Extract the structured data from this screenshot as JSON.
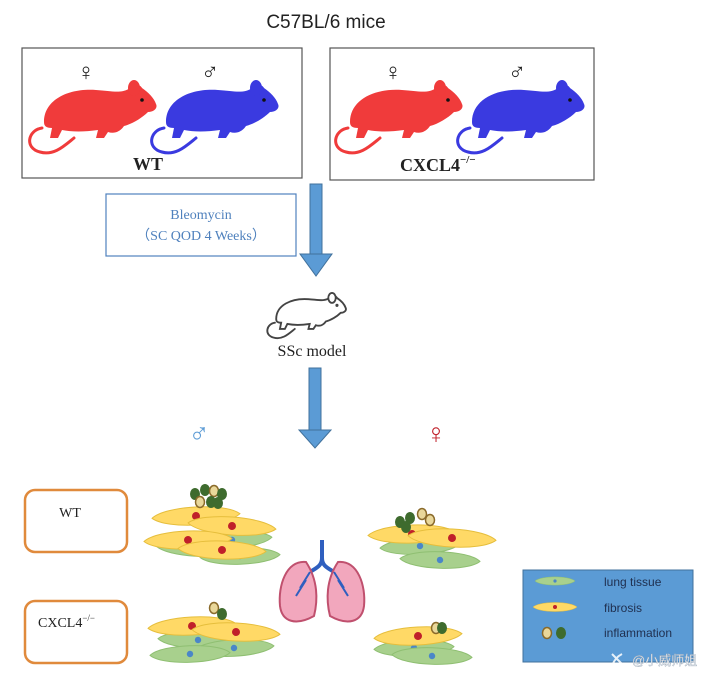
{
  "title": "C57BL/6 mice",
  "groups": {
    "wt_label": "WT",
    "ko_label": "CXCL4",
    "ko_superscript": "−/−"
  },
  "treatment": {
    "line1": "Bleomycin",
    "line2": "（SC QOD 4 Weeks）"
  },
  "model_label": "SSc model",
  "sex_symbols": {
    "female": "♀",
    "male": "♂"
  },
  "result_rows": {
    "wt_label": "WT",
    "ko_label": "CXCL4",
    "ko_superscript": "−/−"
  },
  "legend": {
    "items": [
      {
        "icon": "lung-tissue-cell-icon",
        "label": "lung tissue"
      },
      {
        "icon": "fibrosis-cell-icon",
        "label": "fibrosis"
      },
      {
        "icon": "inflammation-cells-icon",
        "label": "inflammation"
      }
    ]
  },
  "watermark": "@小威师姐",
  "colors": {
    "female_mouse": "#f03b3b",
    "male_mouse": "#3a3ae0",
    "arrow": "#5b9bd5",
    "male_symbol": "#5b9bd5",
    "female_symbol": "#c0202a",
    "lung_cell": "#a8d08d",
    "fibrosis_cell": "#ffd966",
    "legend_bg": "#5b9bd5",
    "group_box_border": "#e08a3c",
    "treatment_text": "#4f81bd"
  }
}
